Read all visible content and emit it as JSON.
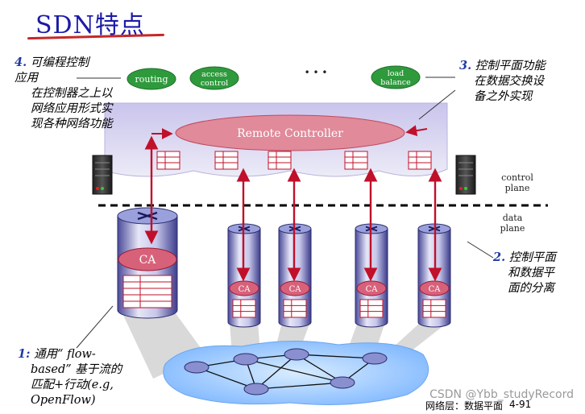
{
  "title": "SDN特点",
  "apps": [
    {
      "label": "routing"
    },
    {
      "label_lines": [
        "access",
        "control"
      ]
    },
    {
      "label": "• • •"
    },
    {
      "label_lines": [
        "load",
        "balance"
      ]
    }
  ],
  "controller": {
    "label": "Remote Controller"
  },
  "plane_labels": {
    "control": [
      "control",
      "plane"
    ],
    "data": [
      "data",
      "plane"
    ]
  },
  "ca_label": "CA",
  "notes": {
    "n4": {
      "num": "4.",
      "lines": [
        "可编程控制",
        "应用",
        "在控制器之上以",
        "网络应用形式实",
        "现各种网络功能"
      ]
    },
    "n3": {
      "num": "3.",
      "lines": [
        "控制平面功能",
        "在数据交换设",
        "备之外实现"
      ]
    },
    "n2": {
      "num": "2.",
      "lines": [
        "控制平面",
        "和数据平",
        "面的分离"
      ]
    },
    "n1": {
      "num": "1:",
      "lines": [
        "通用“ flow-",
        "based” 基于流的",
        "匹配+行动(e.g,",
        "OpenFlow)"
      ]
    }
  },
  "footer": {
    "text": "网络层：数据平面",
    "page": "4-91"
  },
  "watermark": "CSDN @Ybb_studyRecord",
  "colors": {
    "title": "#1a1aa8",
    "arrow": "#c0102a",
    "controller": "#e08a9a",
    "app": "#2e9a3c",
    "plane": "#d6d2ee"
  }
}
